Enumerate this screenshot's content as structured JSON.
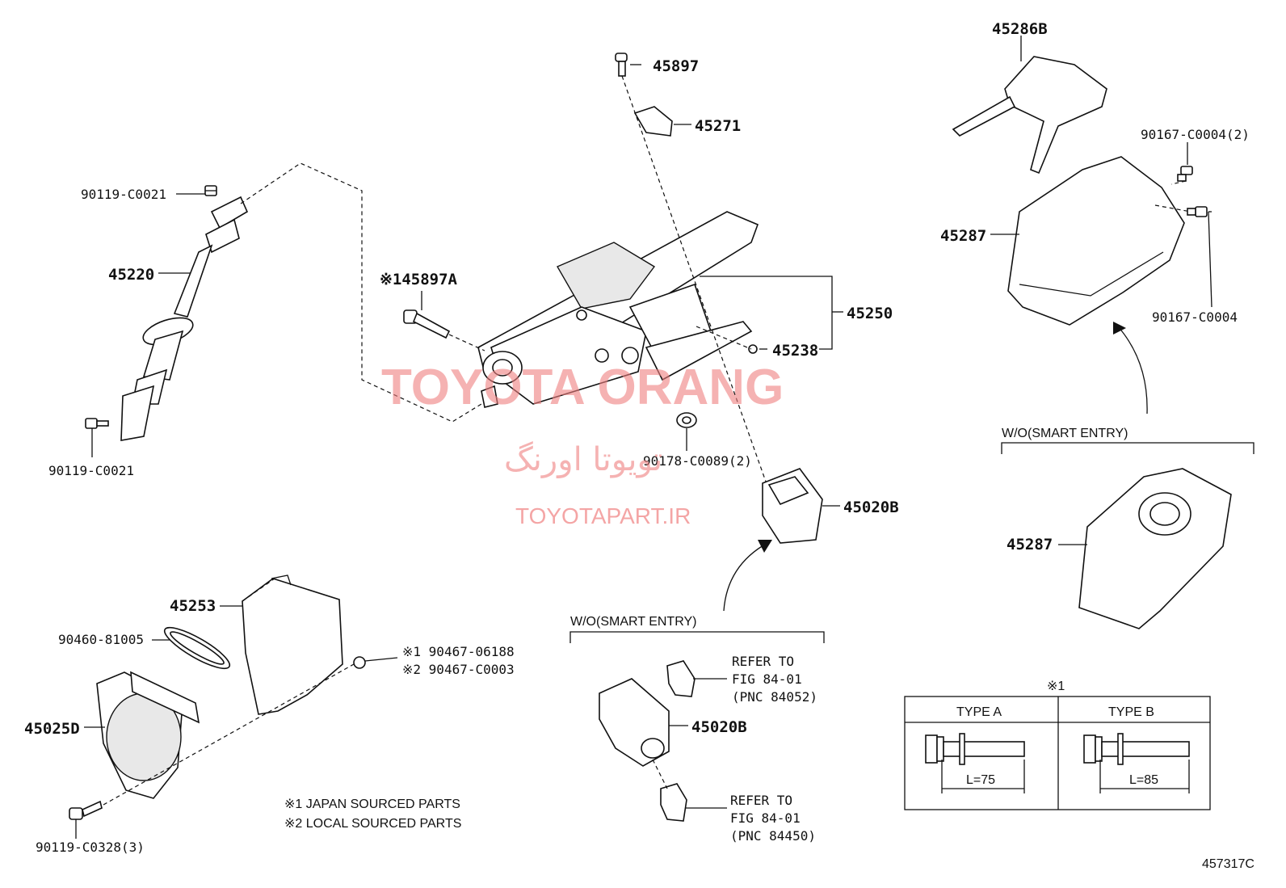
{
  "labels": {
    "p45897": "45897",
    "p45271": "45271",
    "p45286b": "45286B",
    "p90167_2": "90167-C0004(2)",
    "p45287_top": "45287",
    "p90167": "90167-C0004",
    "p90119_top": "90119-C0021",
    "p45220": "45220",
    "p45897a": "※145897A",
    "p45250": "45250",
    "p45238": "45238",
    "p90119_mid": "90119-C0021",
    "p90178": "90178-C0089(2)",
    "p45020b_top": "45020B",
    "p45253": "45253",
    "p90460": "90460-81005",
    "p90467_1": "※1 90467-06188",
    "p90467_2": "※2 90467-C0003",
    "p45025d": "45025D",
    "p90119_bot": "90119-C0328(3)",
    "p45020b_bot": "45020B",
    "p45287_bot": "45287",
    "refer1_line1": "REFER TO",
    "refer1_line2": "FIG 84-01",
    "refer1_line3": "(PNC 84052)",
    "refer2_line1": "REFER TO",
    "refer2_line2": "FIG 84-01",
    "refer2_line3": "(PNC 84450)"
  },
  "notes": {
    "wo_smart_entry_left": "W/O(SMART ENTRY)",
    "wo_smart_entry_right": "W/O(SMART ENTRY)",
    "japan": "※1 JAPAN SOURCED PARTS",
    "local": "※2 LOCAL SOURCED PARTS"
  },
  "type_table": {
    "marker": "※1",
    "type_a": "TYPE A",
    "type_b": "TYPE B",
    "length_a": "L=75",
    "length_b": "L=85"
  },
  "watermark": {
    "brand": "TOYOTA ORANG",
    "brand_fa": "تویوتا اورنگ",
    "url": "TOYOTAPART.IR"
  },
  "figure_id": "457317C"
}
